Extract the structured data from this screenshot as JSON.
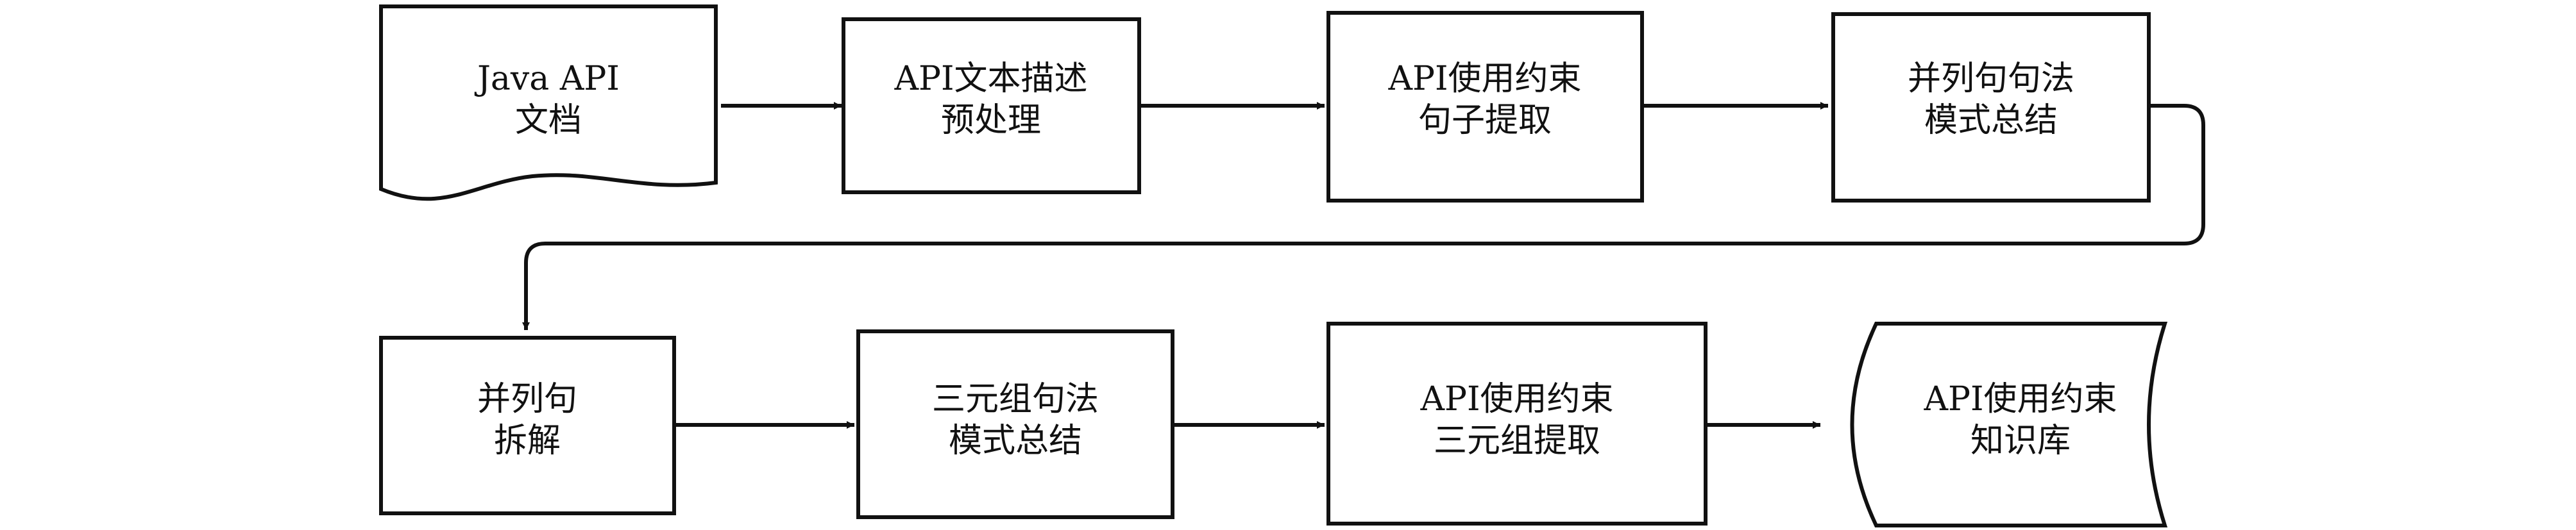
{
  "diagram": {
    "nodes": [
      {
        "id": "java-api-doc",
        "shape": "document",
        "lines": [
          "Java API",
          "文档"
        ]
      },
      {
        "id": "preprocess",
        "shape": "process",
        "lines": [
          "API文本描述",
          "预处理"
        ]
      },
      {
        "id": "extract-sentences",
        "shape": "process",
        "lines": [
          "API使用约束",
          "句子提取"
        ]
      },
      {
        "id": "parallel-syntax",
        "shape": "process",
        "lines": [
          "并列句句法",
          "模式总结"
        ]
      },
      {
        "id": "parallel-split",
        "shape": "process",
        "lines": [
          "并列句",
          "拆解"
        ]
      },
      {
        "id": "triple-syntax",
        "shape": "process",
        "lines": [
          "三元组句法",
          "模式总结"
        ]
      },
      {
        "id": "triple-extract",
        "shape": "process",
        "lines": [
          "API使用约束",
          "三元组提取"
        ]
      },
      {
        "id": "knowledge-base",
        "shape": "stored-data",
        "lines": [
          "API使用约束",
          "知识库"
        ]
      }
    ],
    "edges": [
      {
        "from": "java-api-doc",
        "to": "preprocess"
      },
      {
        "from": "preprocess",
        "to": "extract-sentences"
      },
      {
        "from": "extract-sentences",
        "to": "parallel-syntax"
      },
      {
        "from": "parallel-syntax",
        "to": "parallel-split"
      },
      {
        "from": "parallel-split",
        "to": "triple-syntax"
      },
      {
        "from": "triple-syntax",
        "to": "triple-extract"
      },
      {
        "from": "triple-extract",
        "to": "knowledge-base"
      }
    ]
  }
}
